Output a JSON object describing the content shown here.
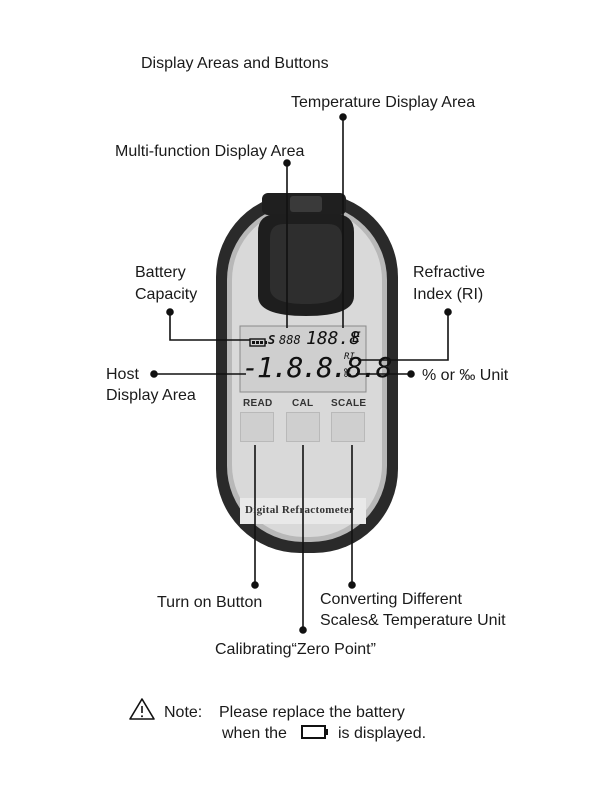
{
  "title": "Display Areas and Buttons",
  "labels": {
    "temperature_area": "Temperature Display Area",
    "multifunction_area": "Multi-function Display Area",
    "battery_line1": "Battery",
    "battery_line2": "Capacity",
    "ri_line1": "Refractive",
    "ri_line2": "Index (RI)",
    "host_line1": "Host",
    "host_line2": "Display Area",
    "unit": "% or ‰ Unit",
    "turn_on": "Turn on Button",
    "converting_line1": "Converting Different",
    "converting_line2": "Scales& Temperature Unit",
    "calibrating": "Calibrating“Zero Point”"
  },
  "device": {
    "buttons": [
      "READ",
      "CAL",
      "SCALE"
    ],
    "brand": "Digital Refractometer",
    "lcd": {
      "scale_letter": "S",
      "multi_digits": "888",
      "temp_digits": "188.8",
      "temp_unit": "E",
      "main_digits": "-1.8.8.8.8",
      "ri_mark": "RI",
      "unit_mark": "‰"
    }
  },
  "note": {
    "prefix": "Note:",
    "line1": "Please replace the battery",
    "line2_before": "when the",
    "line2_after": "is displayed."
  }
}
